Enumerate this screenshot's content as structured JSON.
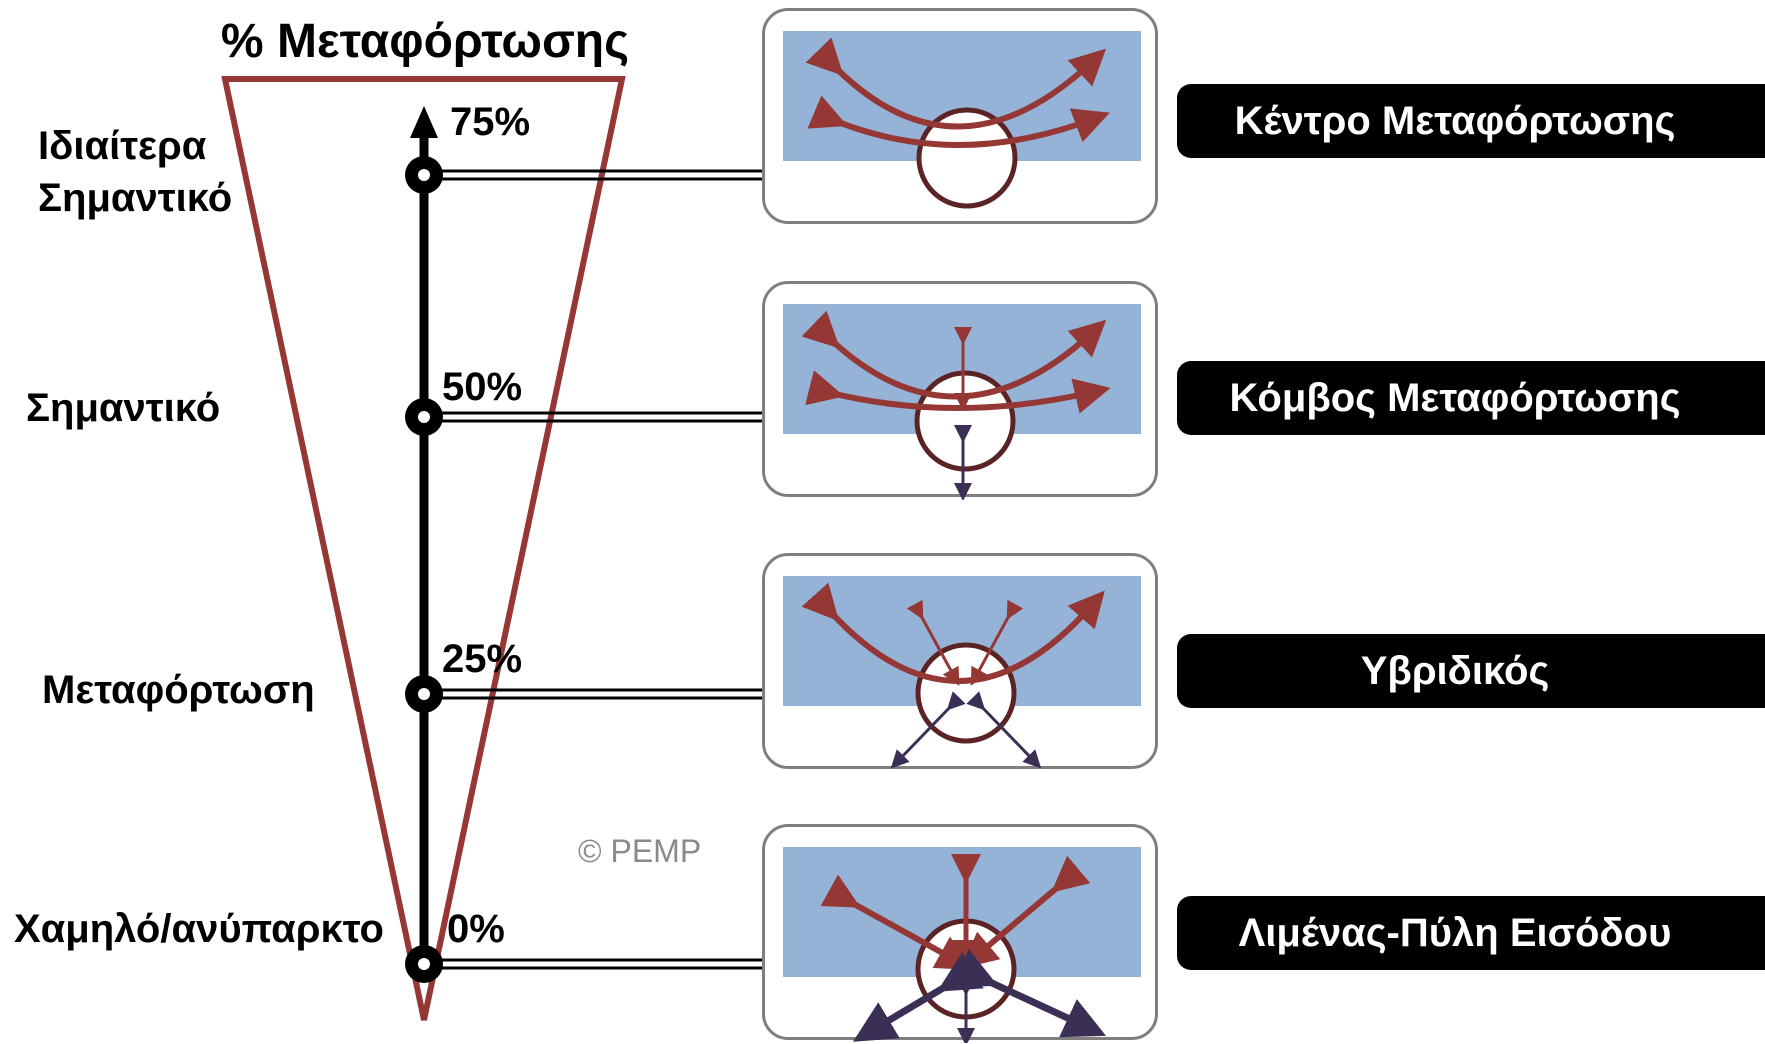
{
  "axis_title": "% Μεταφόρτωσης",
  "levels": [
    {
      "label": "Ιδιαίτερα Σημαντικό",
      "percent": "75%",
      "category": "Κέντρο Μεταφόρτωσης"
    },
    {
      "label": "Σημαντικό",
      "percent": "50%",
      "category": "Κόμβος Μεταφόρτωσης"
    },
    {
      "label": "Μεταφόρτωση",
      "percent": "25%",
      "category": "Υβριδικός"
    },
    {
      "label": "Χαμηλό/ανύπαρκτο",
      "percent": "0%",
      "category": "Λιμένας-Πύλη Εισόδου"
    }
  ],
  "copyright": "© PEMP",
  "colors": {
    "triangle": "#953735",
    "sea": "#95b3d7",
    "port_circle": "#5c2325",
    "transshipment_arrow": "#953735",
    "hinterland_arrow": "#3c2f55",
    "axis": "#000000",
    "connector": "#000000",
    "label_box": "#000000",
    "panel_border": "#7f7f7f"
  }
}
